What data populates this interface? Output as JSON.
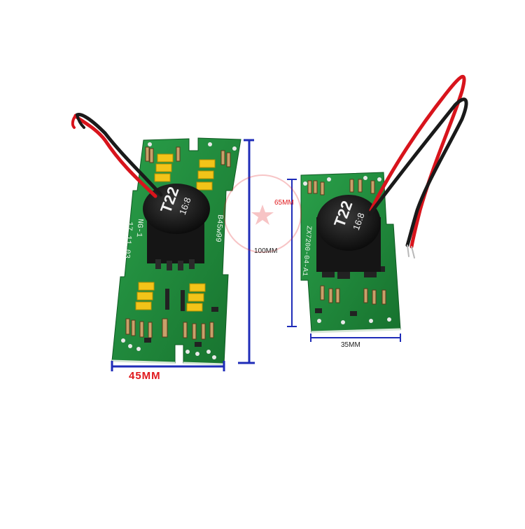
{
  "image": {
    "left_board": {
      "transformer_label": "T22",
      "transformer_ratio": "16:8",
      "silk_model": "B45w99",
      "silk_date": "17.11.03",
      "silk_code": "NG-1"
    },
    "right_board": {
      "transformer_label": "T22",
      "transformer_ratio": "16:8",
      "silk_code": "ZX7200-04-A1"
    },
    "dimensions": {
      "height_large": "100MM",
      "width_large": "45MM",
      "height_small": "65MM",
      "width_small": "35MM"
    },
    "colors": {
      "pcb_green": "#1f8a3a",
      "dimension_blue": "#1f2cb8",
      "dimension_red": "#e0191d",
      "capacitor_yellow": "#f2c419",
      "wire_red": "#d8141c",
      "wire_black": "#1a1a1a"
    }
  }
}
